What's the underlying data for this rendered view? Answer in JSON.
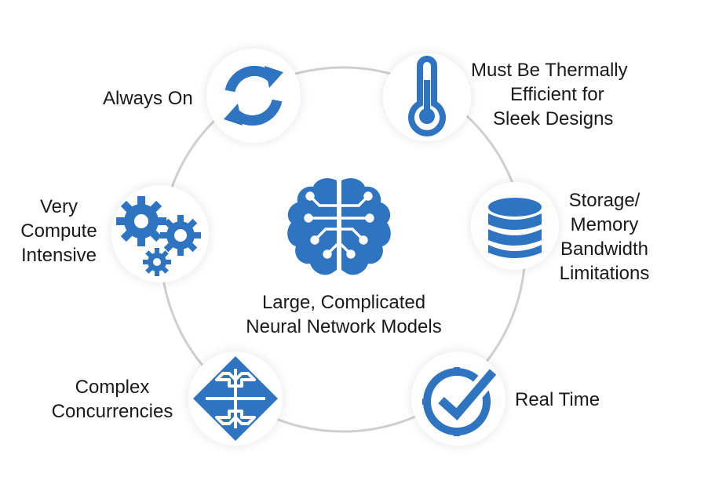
{
  "colors": {
    "accent": "#2e74c0",
    "ring": "#cfcfcf",
    "text": "#1a1a1a"
  },
  "center": {
    "icon": "brain-circuit-icon",
    "label_line1": "Large, Complicated",
    "label_line2": "Neural Network Models"
  },
  "nodes": [
    {
      "id": "always-on",
      "icon": "refresh-arrows-icon",
      "lines": [
        "Always On"
      ]
    },
    {
      "id": "thermal",
      "icon": "thermometer-icon",
      "lines": [
        "Must Be Thermally",
        "Efficient for",
        "Sleek Designs"
      ]
    },
    {
      "id": "storage",
      "icon": "database-icon",
      "lines": [
        "Storage/",
        "Memory",
        "Bandwidth",
        "Limitations"
      ]
    },
    {
      "id": "real-time",
      "icon": "clock-check-icon",
      "lines": [
        "Real Time"
      ]
    },
    {
      "id": "concurrency",
      "icon": "puzzle-arrows-icon",
      "lines": [
        "Complex",
        "Concurrencies"
      ]
    },
    {
      "id": "compute",
      "icon": "gears-icon",
      "lines": [
        "Very",
        "Compute",
        "Intensive"
      ]
    }
  ]
}
